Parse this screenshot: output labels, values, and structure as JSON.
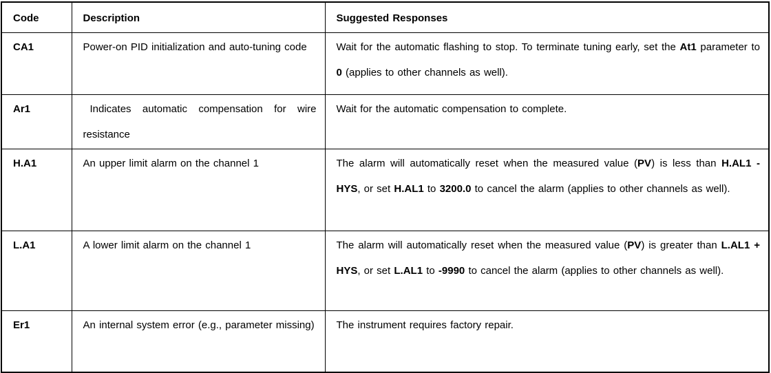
{
  "colors": {
    "border": "#000000",
    "text": "#000000",
    "background": "#ffffff"
  },
  "table": {
    "headers": [
      {
        "label": "Code"
      },
      {
        "label": "Description"
      },
      {
        "label": "Suggested Responses"
      }
    ],
    "rows": [
      {
        "code": "CA1",
        "indent": false,
        "description": [
          {
            "t": "Power-on PID initialization and auto-tuning code",
            "b": false
          }
        ],
        "response": [
          {
            "t": "Wait for the automatic flashing to stop. To terminate tuning early, set the ",
            "b": false
          },
          {
            "t": "At1",
            "b": true
          },
          {
            "t": " parameter to ",
            "b": false
          },
          {
            "t": "0",
            "b": true
          },
          {
            "t": " (applies to other channels as well).",
            "b": false
          }
        ]
      },
      {
        "code": "Ar1",
        "indent": true,
        "description": [
          {
            "t": "Indicates automatic compensation for wire resistance",
            "b": false
          }
        ],
        "response": [
          {
            "t": "Wait for the automatic compensation to complete.",
            "b": false
          }
        ]
      },
      {
        "code": "H.A1",
        "indent": false,
        "description": [
          {
            "t": "An upper limit alarm on the channel 1",
            "b": false
          }
        ],
        "response": [
          {
            "t": "The alarm will automatically reset when the measured value (",
            "b": false
          },
          {
            "t": "PV",
            "b": true
          },
          {
            "t": ") is less than ",
            "b": false
          },
          {
            "t": "H.AL1 - HYS",
            "b": true
          },
          {
            "t": ", or set ",
            "b": false
          },
          {
            "t": "H.AL1",
            "b": true
          },
          {
            "t": " to ",
            "b": false
          },
          {
            "t": "3200.0",
            "b": true
          },
          {
            "t": " to cancel the alarm (applies to other channels as well).",
            "b": false
          }
        ]
      },
      {
        "code": "L.A1",
        "indent": false,
        "description": [
          {
            "t": "A lower limit alarm on the channel 1",
            "b": false
          }
        ],
        "response": [
          {
            "t": "The alarm will automatically reset when the measured value (",
            "b": false
          },
          {
            "t": "PV",
            "b": true
          },
          {
            "t": ") is greater than ",
            "b": false
          },
          {
            "t": "L.AL1 + HYS",
            "b": true
          },
          {
            "t": ", or set ",
            "b": false
          },
          {
            "t": "L.AL1",
            "b": true
          },
          {
            "t": " to ",
            "b": false
          },
          {
            "t": "-9990",
            "b": true
          },
          {
            "t": " to cancel the alarm (applies to other channels as well).",
            "b": false
          }
        ]
      },
      {
        "code": "Er1",
        "indent": false,
        "description": [
          {
            "t": "An internal system error (e.g., parameter missing)",
            "b": false
          }
        ],
        "response": [
          {
            "t": "The instrument requires factory repair.",
            "b": false
          }
        ]
      }
    ]
  }
}
